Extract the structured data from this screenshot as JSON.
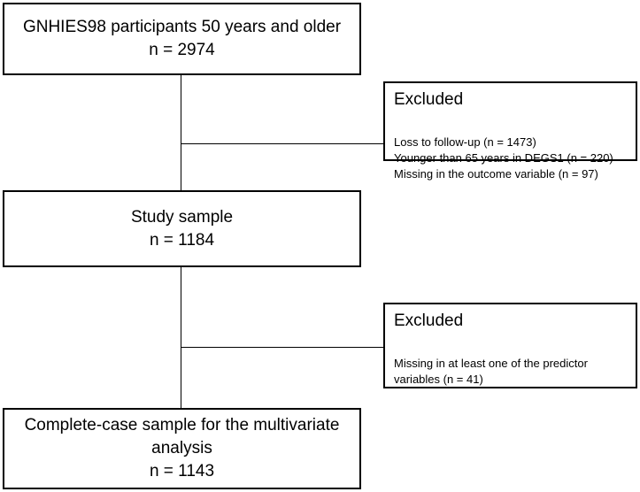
{
  "boxes": {
    "start": {
      "line1": "GNHIES98 participants 50 years and older",
      "line2": "n = 2974"
    },
    "excluded1": {
      "title": "Excluded",
      "items": [
        "Loss to follow-up (n = 1473)",
        "Younger than 65 years in DEGS1 (n = 220)",
        "Missing in the outcome variable (n = 97)"
      ]
    },
    "study": {
      "line1": "Study sample",
      "line2": "n = 1184"
    },
    "excluded2": {
      "title": "Excluded",
      "items": [
        "Missing in at least one of the predictor",
        "variables (n = 41)"
      ]
    },
    "final": {
      "line1": "Complete-case sample for the multivariate",
      "line2": "analysis",
      "line3": "n = 1143"
    }
  }
}
